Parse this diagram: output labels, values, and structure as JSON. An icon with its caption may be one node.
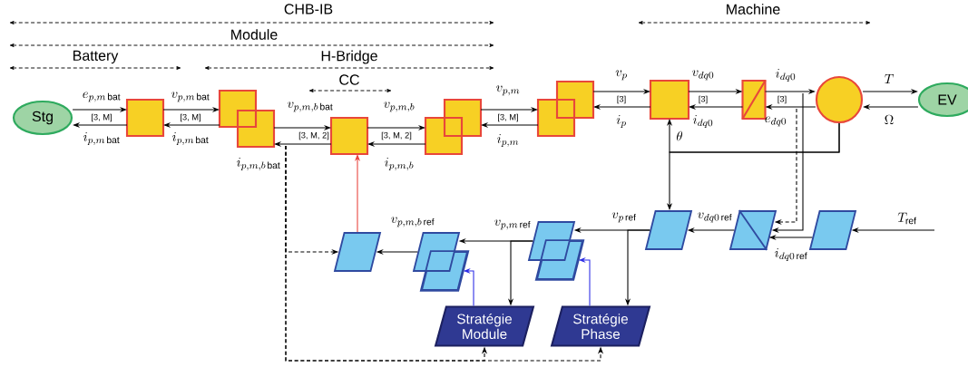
{
  "diagram": {
    "nodes": [
      {
        "text": [
          "Stg"
        ]
      },
      {
        "text": [],
        "shape": "box"
      },
      {
        "text": [],
        "shape": "box"
      },
      {
        "text": [],
        "shape": "box"
      },
      {
        "text": [],
        "shape": "box"
      },
      {
        "text": [],
        "shape": "box"
      },
      {
        "text": [],
        "shape": "box"
      },
      {
        "text": [],
        "shape": "box"
      },
      {
        "text": [],
        "shape": "circle"
      },
      {
        "text": [
          "EV"
        ]
      },
      {
        "text": [],
        "shape": "parallelogram"
      },
      {
        "text": [],
        "shape": "parallelogram"
      },
      {
        "text": [],
        "shape": "parallelogram"
      },
      {
        "text": [],
        "shape": "parallelogram"
      },
      {
        "text": [],
        "shape": "parallelogram"
      },
      {
        "text": [],
        "shape": "parallelogram"
      },
      {
        "text": [
          "Stratégie Module"
        ]
      },
      {
        "text": [
          "Stratégie Phase"
        ]
      }
    ],
    "edges": [
      {
        "from": 0,
        "to": 1,
        "arrow": "to",
        "label": "e_{p,m\\,\\mathrm{bat}}"
      },
      {
        "from": 1,
        "to": 0,
        "arrow": "to",
        "label": "i_{p,m\\,\\mathrm{bat}}"
      },
      {
        "from": 1,
        "to": 2,
        "arrow": "to",
        "label": "v_{p,m\\,\\mathrm{bat}}"
      },
      {
        "from": 2,
        "to": 1,
        "arrow": "to",
        "label": "i_{p,m\\,\\mathrm{bat}}"
      },
      {
        "from": 2,
        "to": 3,
        "arrow": "to",
        "label": "v_{p,m,b\\,\\mathrm{bat}}"
      },
      {
        "from": 3,
        "to": 2,
        "arrow": "to",
        "label": "i_{p,m,b\\,\\mathrm{bat}}"
      },
      {
        "from": 3,
        "to": 4,
        "arrow": "to",
        "label": "v_{p,m,b}"
      },
      {
        "from": 4,
        "to": 3,
        "arrow": "to",
        "label": "i_{p,m,b}"
      },
      {
        "from": 4,
        "to": 5,
        "arrow": "to",
        "label": "v_{p,m}"
      },
      {
        "from": 5,
        "to": 4,
        "arrow": "to",
        "label": "i_{p,m}"
      },
      {
        "from": 5,
        "to": 6,
        "arrow": "to",
        "label": "v_p"
      },
      {
        "from": 6,
        "to": 5,
        "arrow": "to",
        "label": "i_p"
      },
      {
        "from": 6,
        "to": 7,
        "arrow": "to",
        "label": "v_{dq0}"
      },
      {
        "from": 7,
        "to": 6,
        "arrow": "to",
        "label": "i_{dq0}"
      },
      {
        "from": 7,
        "to": 8,
        "arrow": "to",
        "label": "i_{dq0}"
      },
      {
        "from": 8,
        "to": 7,
        "arrow": "to",
        "label": "e_{dq0}"
      },
      {
        "from": 8,
        "to": 9,
        "arrow": "to",
        "label": "T"
      },
      {
        "from": 9,
        "to": 8,
        "arrow": "to",
        "label": "\\Omega"
      },
      {
        "from": 8,
        "to": 6,
        "arrow": "to",
        "label": "\\theta"
      },
      {
        "from": 8,
        "to": 13,
        "arrow": "to"
      },
      {
        "from": 10,
        "to": 3,
        "arrow": "to",
        "color": "#e8403a"
      },
      {
        "from": null,
        "to": 15,
        "arrow": "to",
        "label": "T_{\\mathrm{ref}}"
      },
      {
        "from": 15,
        "to": 14,
        "arrow": "to",
        "label": "i_{dq0\\,\\mathrm{ref}}"
      },
      {
        "from": null,
        "to": 14,
        "arrow": "to",
        "style": "dashed"
      },
      {
        "from": null,
        "to": 14,
        "arrow": "to"
      },
      {
        "from": 14,
        "to": 13,
        "arrow": "to",
        "label": "v_{dq0\\,\\mathrm{ref}}"
      },
      {
        "from": 13,
        "to": 12,
        "arrow": "to",
        "label": "v_{p\\,\\mathrm{ref}}"
      },
      {
        "from": 13,
        "to": 17,
        "arrow": "to"
      },
      {
        "from": 12,
        "to": 11,
        "arrow": "to",
        "label": "v_{p,m\\,\\mathrm{ref}}"
      },
      {
        "from": 12,
        "to": 16,
        "arrow": "to"
      },
      {
        "from": 11,
        "to": 10,
        "arrow": "to",
        "label": "v_{p,m,b\\,\\mathrm{ref}}"
      },
      {
        "from": 16,
        "to": 11,
        "arrow": "to",
        "color": "#2b2be6"
      },
      {
        "from": 17,
        "to": 12,
        "arrow": "to",
        "color": "#2b2be6"
      },
      {
        "from": null,
        "to": 10,
        "arrow": "to",
        "style": "dashed"
      },
      {
        "from": null,
        "to": 16,
        "arrow": "to",
        "style": "dashed"
      },
      {
        "from": null,
        "to": 17,
        "arrow": "to",
        "style": "dashed"
      }
    ],
    "labels": [
      "CHB-IB",
      "Machine",
      "Module",
      "Battery",
      "H-Bridge",
      "CC",
      "[3, M]",
      "[3, M]",
      "[3, M, 2]",
      "[3, M, 2]",
      "[3, M]",
      "[3]",
      "[3]",
      "[3]"
    ]
  }
}
